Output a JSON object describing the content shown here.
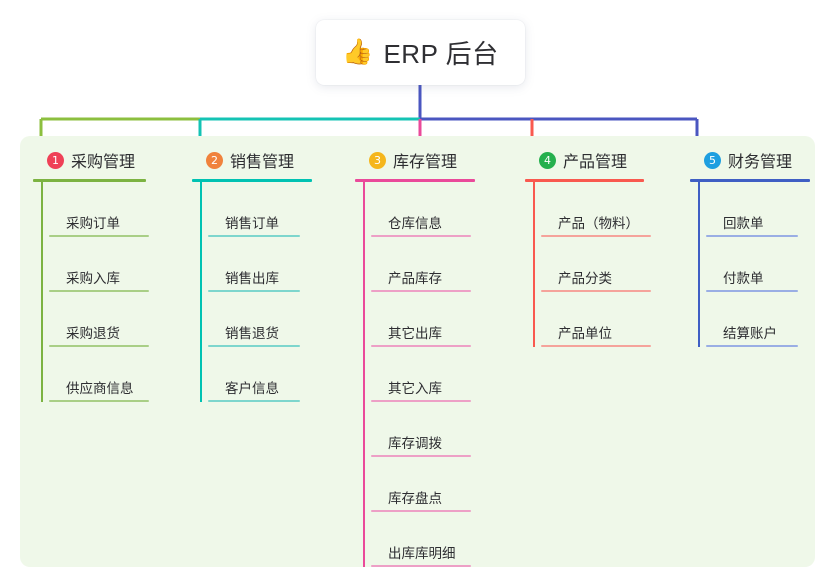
{
  "root": {
    "icon": "thumbs-up-icon",
    "icon_glyph": "👍",
    "title": "ERP 后台"
  },
  "panel": {
    "background": "#eff8e9"
  },
  "trunk": {
    "color": "#4a56c0"
  },
  "columns": [
    {
      "number": "1",
      "badge_color": "#ef4157",
      "line_color": "#7cb342",
      "item_line_color": "#a9cf86",
      "bus_color": "#8cbf3f",
      "title": "采购管理",
      "items": [
        "采购订单",
        "采购入库",
        "采购退货",
        "供应商信息"
      ]
    },
    {
      "number": "2",
      "badge_color": "#f0823c",
      "line_color": "#00c2b2",
      "item_line_color": "#7dd6cd",
      "bus_color": "#14c3b4",
      "title": "销售管理",
      "items": [
        "销售订单",
        "销售出库",
        "销售退货",
        "客户信息"
      ]
    },
    {
      "number": "3",
      "badge_color": "#f5b61c",
      "line_color": "#ea4a9a",
      "item_line_color": "#eda0c6",
      "bus_color": "#ea4a9a",
      "title": "库存管理",
      "items": [
        "仓库信息",
        "产品库存",
        "其它出库",
        "其它入库",
        "库存调拨",
        "库存盘点",
        "出库库明细"
      ]
    },
    {
      "number": "4",
      "badge_color": "#25b04e",
      "line_color": "#f9594f",
      "item_line_color": "#f5a39b",
      "bus_color": "#f9594f",
      "title": "产品管理",
      "items": [
        "产品（物料）",
        "产品分类",
        "产品单位"
      ]
    },
    {
      "number": "5",
      "badge_color": "#1e9fe0",
      "line_color": "#3f5fc4",
      "item_line_color": "#9aaee4",
      "bus_color": "#4a56c0",
      "title": "财务管理",
      "items": [
        "回款单",
        "付款单",
        "结算账户"
      ]
    }
  ]
}
